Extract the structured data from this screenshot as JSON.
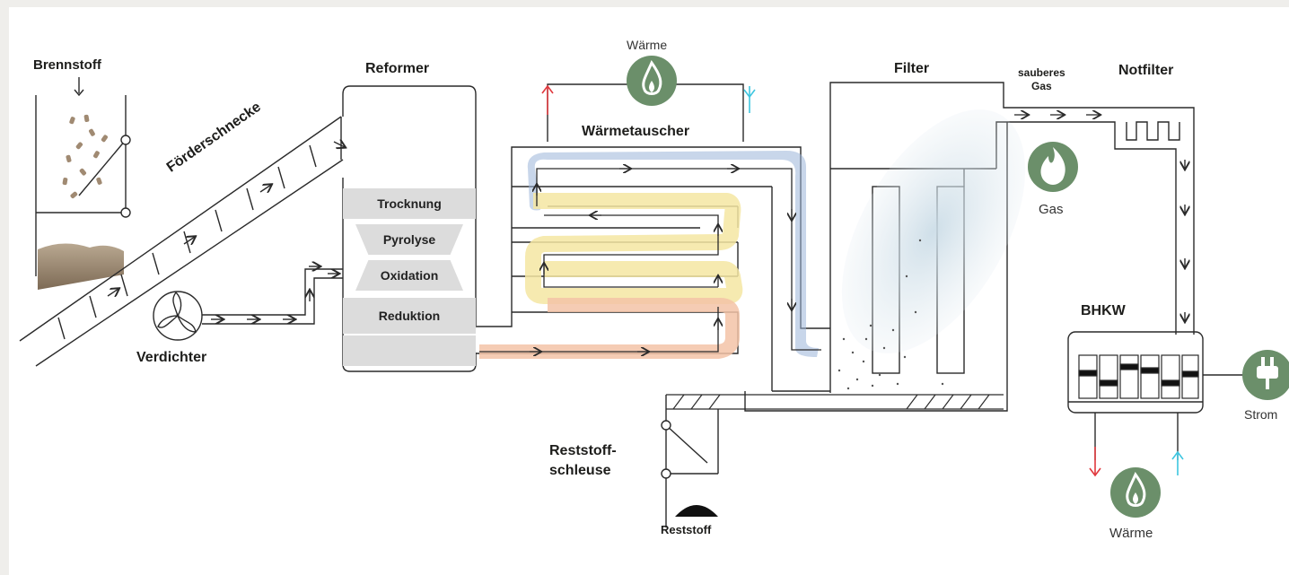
{
  "labels": {
    "brennstoff": "Brennstoff",
    "foerderschnecke": "Förderschnecke",
    "reformer": "Reformer",
    "verdichter": "Verdichter",
    "waerme_top": "Wärme",
    "waermetauscher": "Wärmetauscher",
    "filter": "Filter",
    "sauberes_gas_line1": "sauberes",
    "sauberes_gas_line2": "Gas",
    "notfilter": "Notfilter",
    "gas": "Gas",
    "bhkw": "BHKW",
    "strom": "Strom",
    "waerme_bottom": "Wärme",
    "reststoff_schleuse_line1": "Reststoff-",
    "reststoff_schleuse_line2": "schleuse",
    "reststoff": "Reststoff"
  },
  "reformer_stages": [
    "Trocknung",
    "Pyrolyse",
    "Oxidation",
    "Reduktion"
  ],
  "icons": {
    "heat_top": "flame-icon",
    "gas": "flame-icon",
    "heat_bottom": "flame-icon",
    "power": "plug-icon",
    "compressor": "fan-icon"
  },
  "colors": {
    "line": "#2a2a2a",
    "icon_green": "#6b8f6a",
    "hot_arrow": "#e0393e",
    "cold_arrow": "#3ec6e0",
    "flow_blue": "#9bb4d8",
    "flow_yellow": "#f5e6a2",
    "flow_orange": "#f3c3a7",
    "fuel_brown": "#8b7560",
    "stage_fill": "#dcdcdc"
  }
}
